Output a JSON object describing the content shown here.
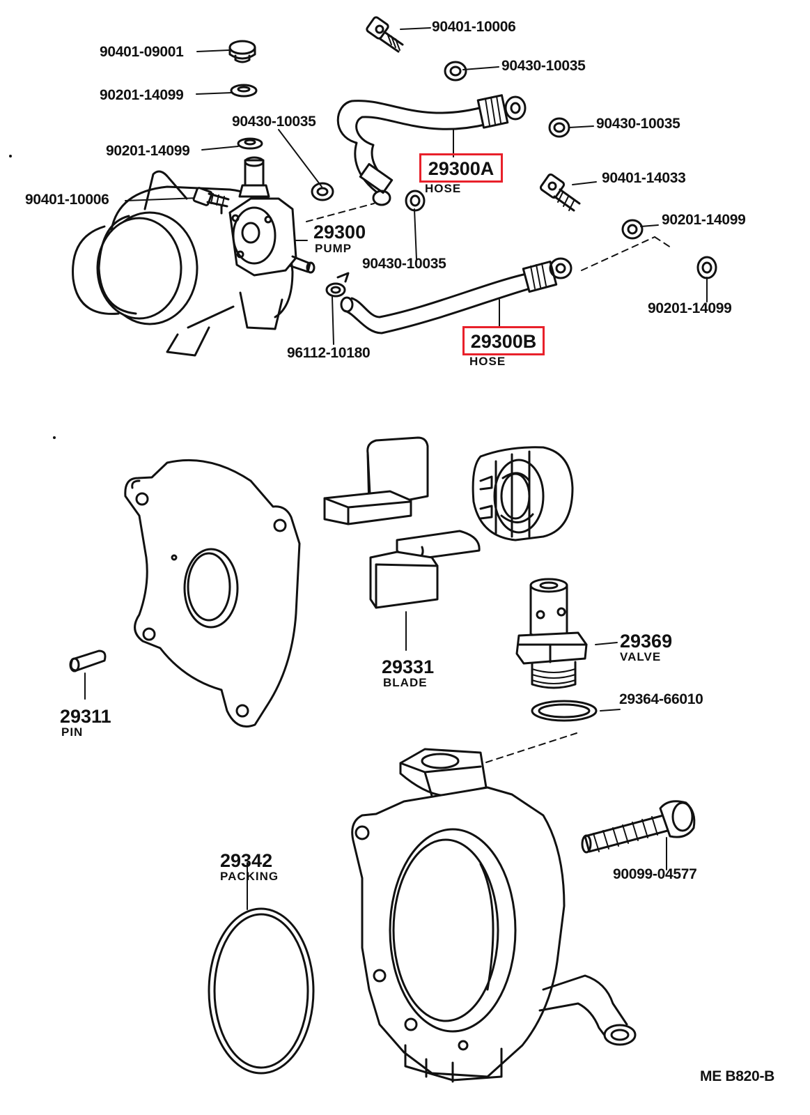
{
  "diagram": {
    "footer_code": "ME  B820-B",
    "highlight_color": "#e8202a",
    "line_color": "#111111",
    "parts": {
      "bolt_top": "90401-10006",
      "gasket_top": "90430-10035",
      "plug": "90401-09001",
      "washer_1": "90201-14099",
      "gasket_left": "90430-10035",
      "washer_2": "90201-14099",
      "gasket_right_top": "90430-10035",
      "bolt_left": "90401-10006",
      "hose_a": "29300A",
      "hose_a_sub": "HOSE",
      "union_bolt": "90401-14033",
      "washer_3": "90201-14099",
      "pump": "29300",
      "pump_sub": "PUMP",
      "gasket_center": "90430-10035",
      "washer_4": "90201-14099",
      "clamp": "96112-10180",
      "hose_b": "29300B",
      "hose_b_sub": "HOSE",
      "valve": "29369",
      "valve_sub": "VALVE",
      "blade": "29331",
      "blade_sub": "BLADE",
      "gasket_valve": "29364-66010",
      "pin": "29311",
      "pin_sub": "PIN",
      "packing": "29342",
      "packing_sub": "PACKING",
      "bolt_housing": "90099-04577"
    }
  }
}
